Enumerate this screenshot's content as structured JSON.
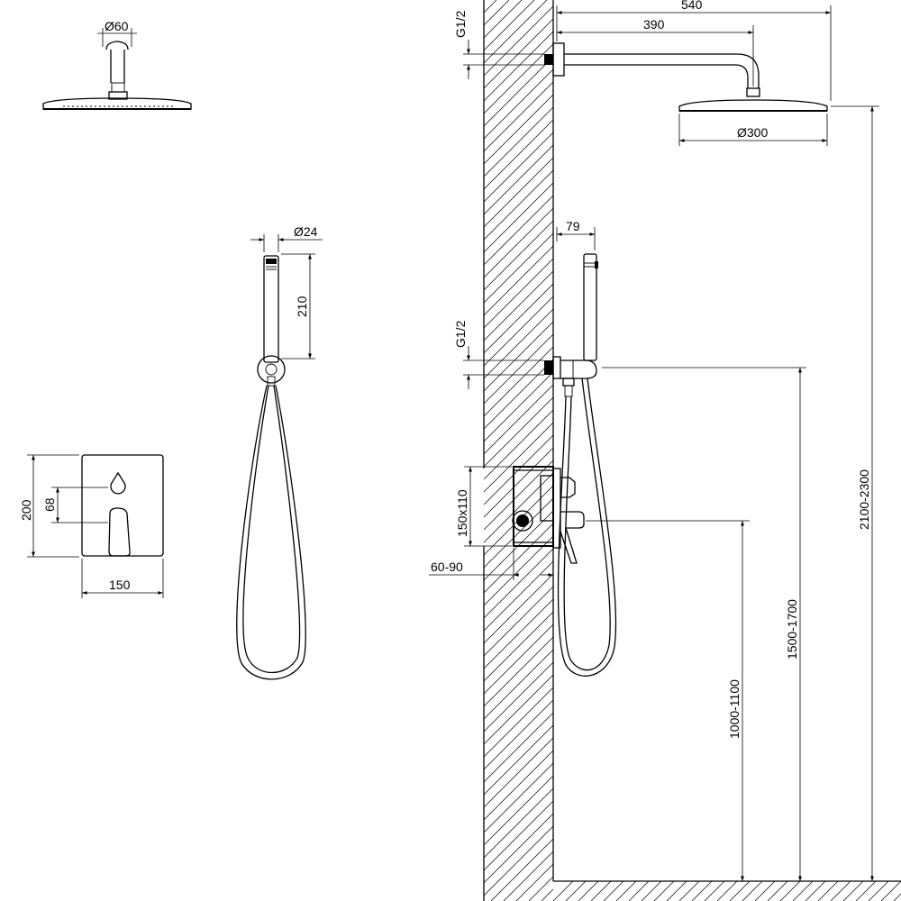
{
  "labels": {
    "head_diameter": "Ø60",
    "hand_diameter": "Ø24",
    "hand_length": "210",
    "plate_height": "200",
    "plate_offset": "68",
    "plate_width": "150",
    "arm_reach": "540",
    "arm_length": "390",
    "top_thread": "G1/2",
    "shower_diameter": "Ø300",
    "wall_to_hand": "79",
    "mid_thread": "G1/2",
    "box_size": "150x110",
    "box_depth": "60-90",
    "mixer_height": "1000-1100",
    "outlet_height": "1500-1700",
    "head_height": "2100-2300"
  }
}
